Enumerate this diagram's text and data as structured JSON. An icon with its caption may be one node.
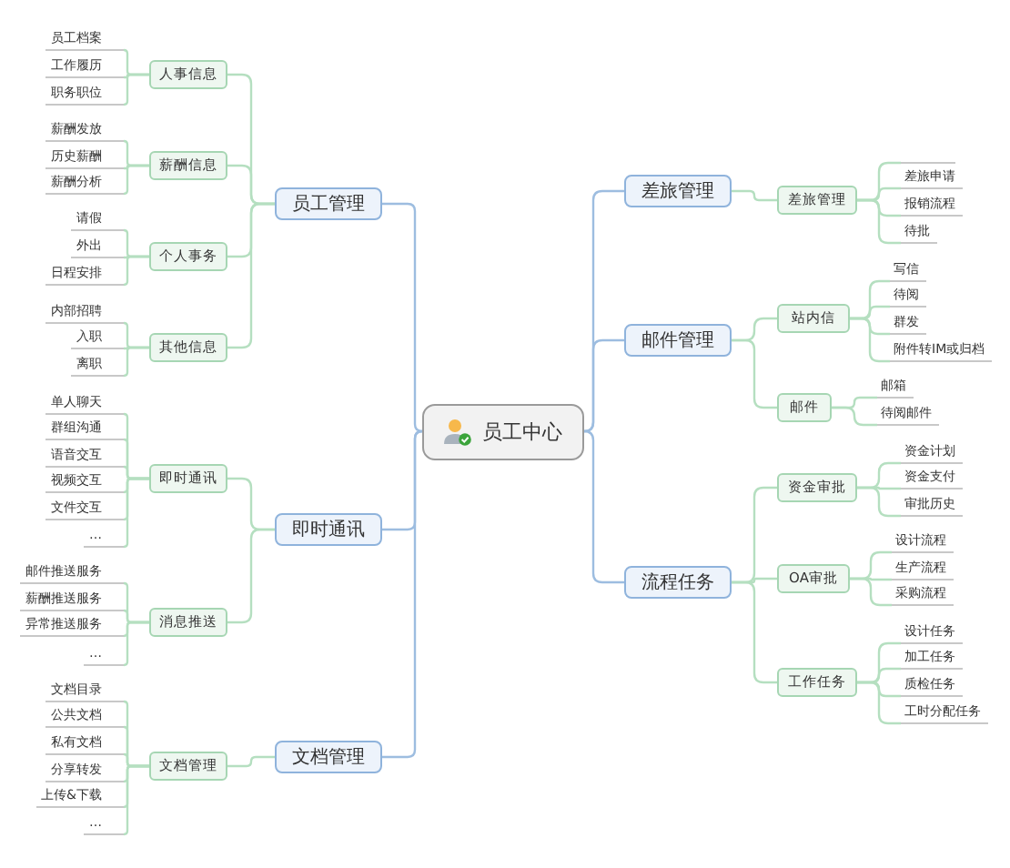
{
  "diagram": {
    "nodes": [
      {
        "text": [
          "员工中心"
        ]
      },
      {
        "text": [
          "员工管理"
        ]
      },
      {
        "text": [
          "人事信息"
        ]
      },
      {
        "text": [
          "员工档案"
        ]
      },
      {
        "text": [
          "工作履历"
        ]
      },
      {
        "text": [
          "职务职位"
        ]
      },
      {
        "text": [
          "薪酬信息"
        ]
      },
      {
        "text": [
          "薪酬发放"
        ]
      },
      {
        "text": [
          "历史薪酬"
        ]
      },
      {
        "text": [
          "薪酬分析"
        ]
      },
      {
        "text": [
          "个人事务"
        ]
      },
      {
        "text": [
          "请假"
        ]
      },
      {
        "text": [
          "外出"
        ]
      },
      {
        "text": [
          "日程安排"
        ]
      },
      {
        "text": [
          "其他信息"
        ]
      },
      {
        "text": [
          "内部招聘"
        ]
      },
      {
        "text": [
          "入职"
        ]
      },
      {
        "text": [
          "离职"
        ]
      },
      {
        "text": [
          "即时通讯"
        ]
      },
      {
        "text": [
          "即时通讯"
        ]
      },
      {
        "text": [
          "单人聊天"
        ]
      },
      {
        "text": [
          "群组沟通"
        ]
      },
      {
        "text": [
          "语音交互"
        ]
      },
      {
        "text": [
          "视频交互"
        ]
      },
      {
        "text": [
          "文件交互"
        ]
      },
      {
        "text": [
          "…"
        ]
      },
      {
        "text": [
          "消息推送"
        ]
      },
      {
        "text": [
          "邮件推送服务"
        ]
      },
      {
        "text": [
          "薪酬推送服务"
        ]
      },
      {
        "text": [
          "异常推送服务"
        ]
      },
      {
        "text": [
          "…"
        ]
      },
      {
        "text": [
          "文档管理"
        ]
      },
      {
        "text": [
          "文档管理"
        ]
      },
      {
        "text": [
          "文档目录"
        ]
      },
      {
        "text": [
          "公共文档"
        ]
      },
      {
        "text": [
          "私有文档"
        ]
      },
      {
        "text": [
          "分享转发"
        ]
      },
      {
        "text": [
          "上传&下载"
        ]
      },
      {
        "text": [
          "…"
        ]
      },
      {
        "text": [
          "差旅管理"
        ]
      },
      {
        "text": [
          "差旅管理"
        ]
      },
      {
        "text": [],
        "shape": "bar"
      },
      {
        "text": [
          "差旅申请"
        ]
      },
      {
        "text": [
          "报销流程"
        ]
      },
      {
        "text": [
          "待批"
        ]
      },
      {
        "text": [
          "邮件管理"
        ]
      },
      {
        "text": [
          "站内信"
        ]
      },
      {
        "text": [
          "写信"
        ]
      },
      {
        "text": [
          "待阅"
        ]
      },
      {
        "text": [
          "群发"
        ]
      },
      {
        "text": [
          "附件转IM或归档"
        ]
      },
      {
        "text": [
          "邮件"
        ]
      },
      {
        "text": [
          "邮箱"
        ]
      },
      {
        "text": [
          "待阅邮件"
        ]
      },
      {
        "text": [
          "流程任务"
        ]
      },
      {
        "text": [
          "资金审批"
        ]
      },
      {
        "text": [
          "资金计划"
        ]
      },
      {
        "text": [
          "资金支付"
        ]
      },
      {
        "text": [
          "审批历史"
        ]
      },
      {
        "text": [
          "OA审批"
        ]
      },
      {
        "text": [
          "设计流程"
        ]
      },
      {
        "text": [
          "生产流程"
        ]
      },
      {
        "text": [
          "采购流程"
        ]
      },
      {
        "text": [
          "工作任务"
        ]
      },
      {
        "text": [
          "设计任务"
        ]
      },
      {
        "text": [
          "加工任务"
        ]
      },
      {
        "text": [
          "质检任务"
        ]
      },
      {
        "text": [
          "工时分配任务"
        ]
      }
    ],
    "edges": [
      {
        "from": 0,
        "to": 1,
        "arrow": "none",
        "color": "#9dbde0"
      },
      {
        "from": 0,
        "to": 18,
        "arrow": "none",
        "color": "#9dbde0"
      },
      {
        "from": 0,
        "to": 31,
        "arrow": "none",
        "color": "#9dbde0"
      },
      {
        "from": 0,
        "to": 39,
        "arrow": "none",
        "color": "#9dbde0"
      },
      {
        "from": 0,
        "to": 45,
        "arrow": "none",
        "color": "#9dbde0"
      },
      {
        "from": 0,
        "to": 54,
        "arrow": "none",
        "color": "#9dbde0"
      },
      {
        "from": 1,
        "to": 2,
        "arrow": "none"
      },
      {
        "from": 1,
        "to": 6,
        "arrow": "none"
      },
      {
        "from": 1,
        "to": 10,
        "arrow": "none"
      },
      {
        "from": 1,
        "to": 14,
        "arrow": "none"
      },
      {
        "from": 2,
        "to": 3,
        "arrow": "none"
      },
      {
        "from": 2,
        "to": 4,
        "arrow": "none"
      },
      {
        "from": 2,
        "to": 5,
        "arrow": "none"
      },
      {
        "from": 6,
        "to": 7,
        "arrow": "none"
      },
      {
        "from": 6,
        "to": 8,
        "arrow": "none"
      },
      {
        "from": 6,
        "to": 9,
        "arrow": "none"
      },
      {
        "from": 10,
        "to": 11,
        "arrow": "none"
      },
      {
        "from": 10,
        "to": 12,
        "arrow": "none"
      },
      {
        "from": 10,
        "to": 13,
        "arrow": "none"
      },
      {
        "from": 14,
        "to": 15,
        "arrow": "none"
      },
      {
        "from": 14,
        "to": 16,
        "arrow": "none"
      },
      {
        "from": 14,
        "to": 17,
        "arrow": "none"
      },
      {
        "from": 18,
        "to": 19,
        "arrow": "none"
      },
      {
        "from": 18,
        "to": 26,
        "arrow": "none"
      },
      {
        "from": 19,
        "to": 20,
        "arrow": "none"
      },
      {
        "from": 19,
        "to": 21,
        "arrow": "none"
      },
      {
        "from": 19,
        "to": 22,
        "arrow": "none"
      },
      {
        "from": 19,
        "to": 23,
        "arrow": "none"
      },
      {
        "from": 19,
        "to": 24,
        "arrow": "none"
      },
      {
        "from": 19,
        "to": 25,
        "arrow": "none"
      },
      {
        "from": 26,
        "to": 27,
        "arrow": "none"
      },
      {
        "from": 26,
        "to": 28,
        "arrow": "none"
      },
      {
        "from": 26,
        "to": 29,
        "arrow": "none"
      },
      {
        "from": 26,
        "to": 30,
        "arrow": "none"
      },
      {
        "from": 31,
        "to": 32,
        "arrow": "none"
      },
      {
        "from": 32,
        "to": 33,
        "arrow": "none"
      },
      {
        "from": 32,
        "to": 34,
        "arrow": "none"
      },
      {
        "from": 32,
        "to": 35,
        "arrow": "none"
      },
      {
        "from": 32,
        "to": 36,
        "arrow": "none"
      },
      {
        "from": 32,
        "to": 37,
        "arrow": "none"
      },
      {
        "from": 32,
        "to": 38,
        "arrow": "none"
      },
      {
        "from": 39,
        "to": 40,
        "arrow": "none"
      },
      {
        "from": 40,
        "to": 41,
        "arrow": "none"
      },
      {
        "from": 40,
        "to": 42,
        "arrow": "none"
      },
      {
        "from": 40,
        "to": 43,
        "arrow": "none"
      },
      {
        "from": 40,
        "to": 44,
        "arrow": "none"
      },
      {
        "from": 45,
        "to": 46,
        "arrow": "none"
      },
      {
        "from": 45,
        "to": 51,
        "arrow": "none"
      },
      {
        "from": 46,
        "to": 47,
        "arrow": "none"
      },
      {
        "from": 46,
        "to": 48,
        "arrow": "none"
      },
      {
        "from": 46,
        "to": 49,
        "arrow": "none"
      },
      {
        "from": 46,
        "to": 50,
        "arrow": "none"
      },
      {
        "from": 51,
        "to": 52,
        "arrow": "none"
      },
      {
        "from": 51,
        "to": 53,
        "arrow": "none"
      },
      {
        "from": 54,
        "to": 55,
        "arrow": "none"
      },
      {
        "from": 54,
        "to": 59,
        "arrow": "none"
      },
      {
        "from": 54,
        "to": 63,
        "arrow": "none"
      },
      {
        "from": 55,
        "to": 56,
        "arrow": "none"
      },
      {
        "from": 55,
        "to": 57,
        "arrow": "none"
      },
      {
        "from": 55,
        "to": 58,
        "arrow": "none"
      },
      {
        "from": 59,
        "to": 60,
        "arrow": "none"
      },
      {
        "from": 59,
        "to": 61,
        "arrow": "none"
      },
      {
        "from": 59,
        "to": 62,
        "arrow": "none"
      },
      {
        "from": 63,
        "to": 64,
        "arrow": "none"
      },
      {
        "from": 63,
        "to": 65,
        "arrow": "none"
      },
      {
        "from": 63,
        "to": 66,
        "arrow": "none"
      },
      {
        "from": 63,
        "to": 67,
        "arrow": "none"
      }
    ]
  }
}
